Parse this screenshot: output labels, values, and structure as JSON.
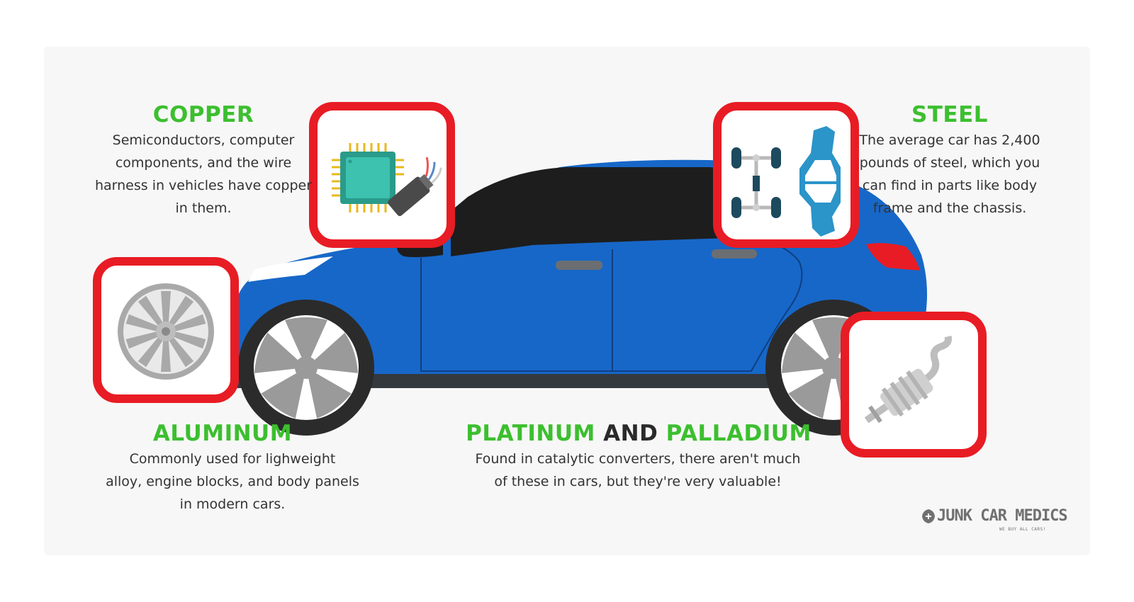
{
  "copper": {
    "title": "COPPER",
    "desc": [
      "Semiconductors, computer",
      "components, and the wire",
      "harness in vehicles have copper",
      "in them."
    ],
    "icon": "microchip-with-wire-icon"
  },
  "steel": {
    "title": "STEEL",
    "desc": [
      "The average car has 2,400",
      "pounds of steel, which you",
      "can find in parts like body",
      "frame and the chassis."
    ],
    "icon": "chassis-and-frame-icon"
  },
  "aluminum": {
    "title": "ALUMINUM",
    "desc": [
      "Commonly used for lighweight",
      "alloy, engine blocks, and body panels",
      "in modern cars."
    ],
    "icon": "alloy-wheel-icon"
  },
  "platinum": {
    "title_part1": "PLATINUM",
    "title_and": " AND ",
    "title_part2": "PALLADIUM",
    "desc": [
      "Found in catalytic converters, there aren't much",
      "of these in cars, but they're very valuable!"
    ],
    "icon": "catalytic-converter-exhaust-icon"
  },
  "logo": {
    "name": "JUNK CAR MEDICS",
    "tagline": "WE BUY ALL CARS!"
  },
  "colors": {
    "accent_green": "#3cbf2f",
    "frame_red": "#e81c24",
    "car_blue": "#1767c8",
    "window_black": "#1d1d1d",
    "tire_dark": "#2b2b2b",
    "rim_gray": "#9a9a9a"
  }
}
